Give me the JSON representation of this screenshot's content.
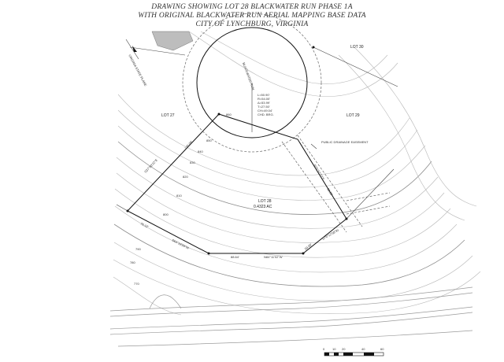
{
  "title": {
    "line1": "DRAWING SHOWING LOT 28 BLACKWATER RUN PHASE 1A",
    "line2": "WITH ORIGINAL BLACKWATER RUN AERIAL MAPPING BASE DATA",
    "line3": "CITY OF LYNCHBURG, VIRGINIA"
  },
  "labels": {
    "lot_27": "LOT 27",
    "lot_28": "LOT 28",
    "lot_28_area": "0.4323 AC",
    "lot_29": "LOT 29",
    "lot_30": "LOT 30",
    "easement": "PUBLIC DRAINAGE EASEMENT",
    "street": "BLACKWATER RUN",
    "north_arrow": "VIRGINIA STATE PLANE",
    "curve_data": [
      "L=50.90'",
      "R=54.00'",
      "Δ=53.99'",
      "T=27.50'",
      "CH=49.04'",
      "CHD. BRG."
    ],
    "bearings": {
      "west": "S37°50'22\"E",
      "southwest": "S64°19'26\"W",
      "south_left": "N81°12'34\"W",
      "south_right": "N84°11'02\"W",
      "southeast": "S76°12'58\"W",
      "east": "N25°57'22\"E"
    },
    "distances": {
      "west": "135.08'",
      "southwest": "76.13'",
      "south": "88.64'",
      "southeast": "39.00'",
      "east": "90.89'",
      "north": "13.68'"
    },
    "contours": [
      "860",
      "850",
      "840",
      "830",
      "820",
      "810",
      "800",
      "790",
      "780",
      "770"
    ]
  },
  "scale_bar": {
    "ticks": [
      "0",
      "10",
      "20",
      "40",
      "60"
    ]
  }
}
